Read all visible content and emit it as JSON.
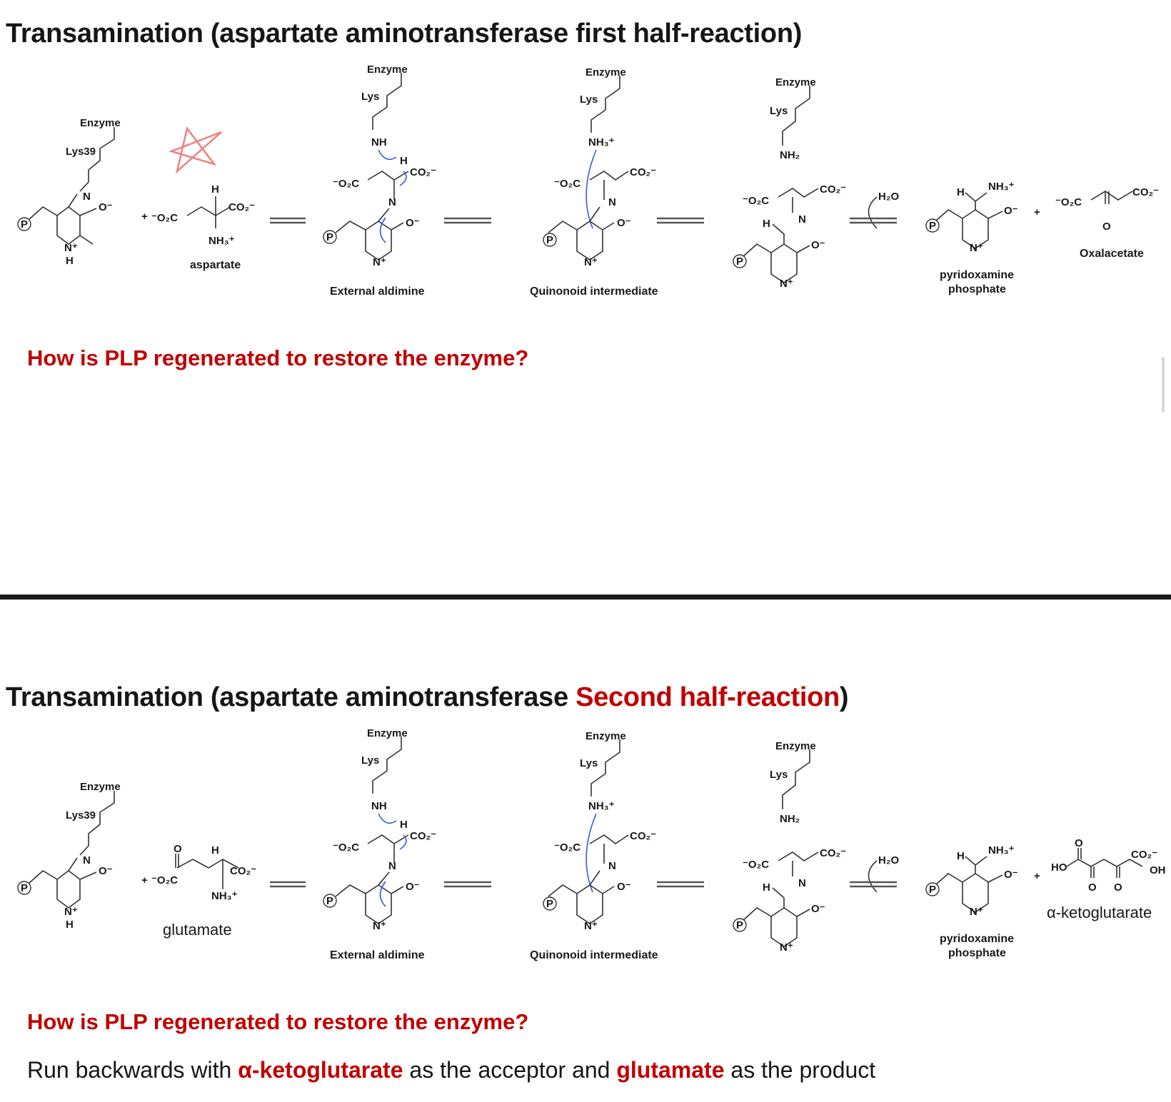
{
  "section1": {
    "title": "Transamination (aspartate aminotransferase first half-reaction)",
    "question": "How is PLP regenerated to restore the enzyme?"
  },
  "section2": {
    "title_main": "Transamination (aspartate aminotransferase ",
    "title_highlight": "Second half-reaction",
    "title_end": ")",
    "question": "How is PLP regenerated to restore the enzyme?",
    "answer": {
      "part1": "Run backwards with ",
      "highlight1": "α-ketoglutarate",
      "part2": " as the acceptor and ",
      "highlight2": "glutamate",
      "part3": " as the product"
    }
  },
  "scheme1": {
    "enzyme": "Enzyme",
    "lys39": "Lys39",
    "lys": "Lys",
    "substrate": "aspartate",
    "external_aldimine": "External aldimine",
    "quinonoid": "Quinonoid intermediate",
    "pmp_line1": "pyridoxamine",
    "pmp_line2": "phosphate",
    "product": "Oxalacetate",
    "water": "H₂O",
    "plus": "+"
  },
  "scheme2": {
    "enzyme": "Enzyme",
    "lys39": "Lys39",
    "lys": "Lys",
    "substrate": "glutamate",
    "external_aldimine": "External aldimine",
    "quinonoid": "Quinonoid intermediate",
    "pmp_line1": "pyridoxamine",
    "pmp_line2": "phosphate",
    "product": "α-ketoglutarate",
    "water": "H₂O",
    "plus": "+"
  },
  "atoms": {
    "nh": "NH",
    "nh2": "NH₂",
    "nh3plus": "NH₃⁺",
    "n": "N",
    "h": "H",
    "o": "O",
    "o_minus": "O⁻",
    "oh": "OH",
    "co2": "CO₂⁻",
    "o2c": "⁻O₂C",
    "p": "P",
    "nh_plus": "N⁺",
    "ho": "HO"
  },
  "colors": {
    "highlight": "#c00000",
    "arrow_pushing": "#3a5bd9",
    "annotation": "#f08080",
    "divider": "#1c1c1c"
  }
}
